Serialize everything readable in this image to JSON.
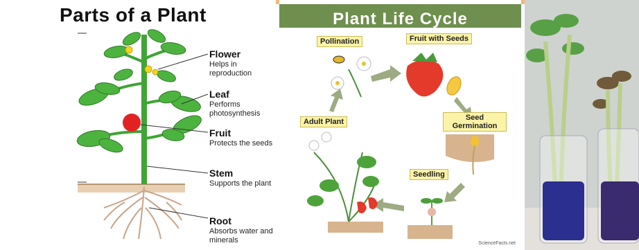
{
  "parts_panel": {
    "title": "Parts of a Plant",
    "labels": [
      {
        "name": "Flower",
        "desc": "Helps in reproduction"
      },
      {
        "name": "Leaf",
        "desc": "Performs photosynthesis"
      },
      {
        "name": "Fruit",
        "desc": "Protects the seeds"
      },
      {
        "name": "Stem",
        "desc": "Supports the plant"
      },
      {
        "name": "Root",
        "desc": "Absorbs water and minerals"
      }
    ]
  },
  "cycle_panel": {
    "title": "Plant Life Cycle",
    "stages": [
      "Pollination",
      "Fruit with Seeds",
      "Seed Germination",
      "Seedling",
      "Adult Plant"
    ],
    "credit": "ScienceFacts.net"
  },
  "photo_panel": {
    "subject": "celery stalks in jars of colored water",
    "water_colors": [
      "#2b2f8f",
      "#3a2a6e"
    ]
  },
  "colors": {
    "accent_border": "#f2b77a",
    "banner_green": "#6f8f4f"
  }
}
